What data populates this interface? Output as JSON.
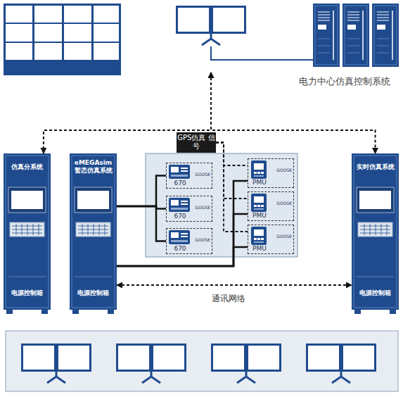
{
  "diagram": {
    "nodes": [
      {
        "text": [
          "电力中心仿真控制系统"
        ]
      },
      {
        "text": [
          "仿真分系统",
          "电源控制箱"
        ]
      },
      {
        "text": [
          "eMEGAsim 暂态仿真系统",
          "电源控制箱"
        ]
      },
      {
        "text": [
          "GPS仿真 信号"
        ]
      },
      {
        "text": [
          "670",
          "GOOSE"
        ]
      },
      {
        "text": [
          "670",
          "GOOSE"
        ]
      },
      {
        "text": [
          "670",
          "GOOSE"
        ]
      },
      {
        "text": [
          "PMU",
          "GOOSE"
        ]
      },
      {
        "text": [
          "PMU",
          "GOOSE"
        ]
      },
      {
        "text": [
          "PMU",
          "GOOSE"
        ]
      },
      {
        "text": [
          "实时仿真系统",
          "电源控制箱"
        ]
      }
    ],
    "edges": [
      {
        "from": 0,
        "to": 1,
        "arrow": "both"
      },
      {
        "from": 0,
        "to": 10,
        "arrow": "both"
      },
      {
        "from": 3,
        "to": 7,
        "arrow": "none"
      },
      {
        "from": 3,
        "to": 8,
        "arrow": "none"
      },
      {
        "from": 3,
        "to": 9,
        "arrow": "none"
      },
      {
        "from": 2,
        "to": 4,
        "arrow": "none"
      },
      {
        "from": 2,
        "to": 5,
        "arrow": "none"
      },
      {
        "from": 2,
        "to": 6,
        "arrow": "none"
      },
      {
        "from": 2,
        "to": 7,
        "arrow": "none"
      },
      {
        "from": 2,
        "to": 8,
        "arrow": "none"
      },
      {
        "from": 2,
        "to": 9,
        "arrow": "none"
      },
      {
        "from": 2,
        "to": 10,
        "arrow": "both",
        "label": "通讯网络"
      }
    ]
  }
}
